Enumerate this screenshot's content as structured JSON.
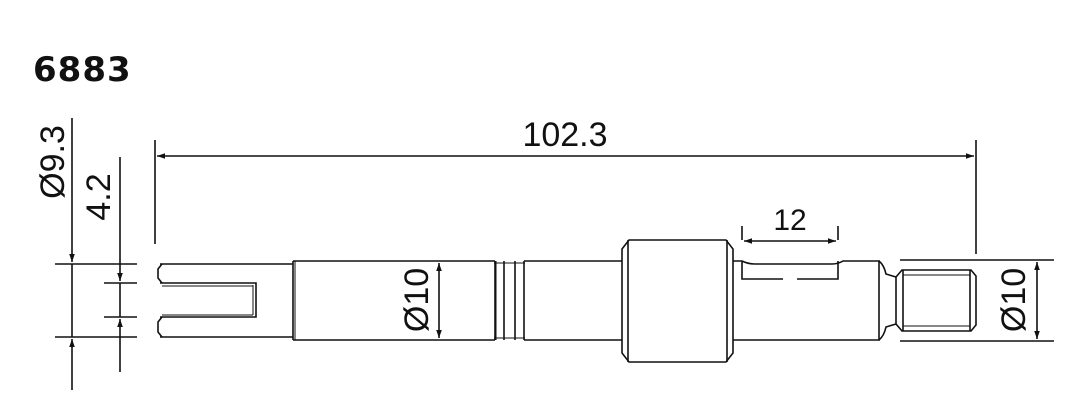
{
  "drawing": {
    "part_number": "6883",
    "dimensions": {
      "overall_length": "102.3",
      "fork_outer_diameter": "Ø9.3",
      "fork_slot_width": "4.2",
      "shaft_diameter": "Ø10",
      "flat_length": "12",
      "thread_end_diameter": "Ø10"
    }
  }
}
